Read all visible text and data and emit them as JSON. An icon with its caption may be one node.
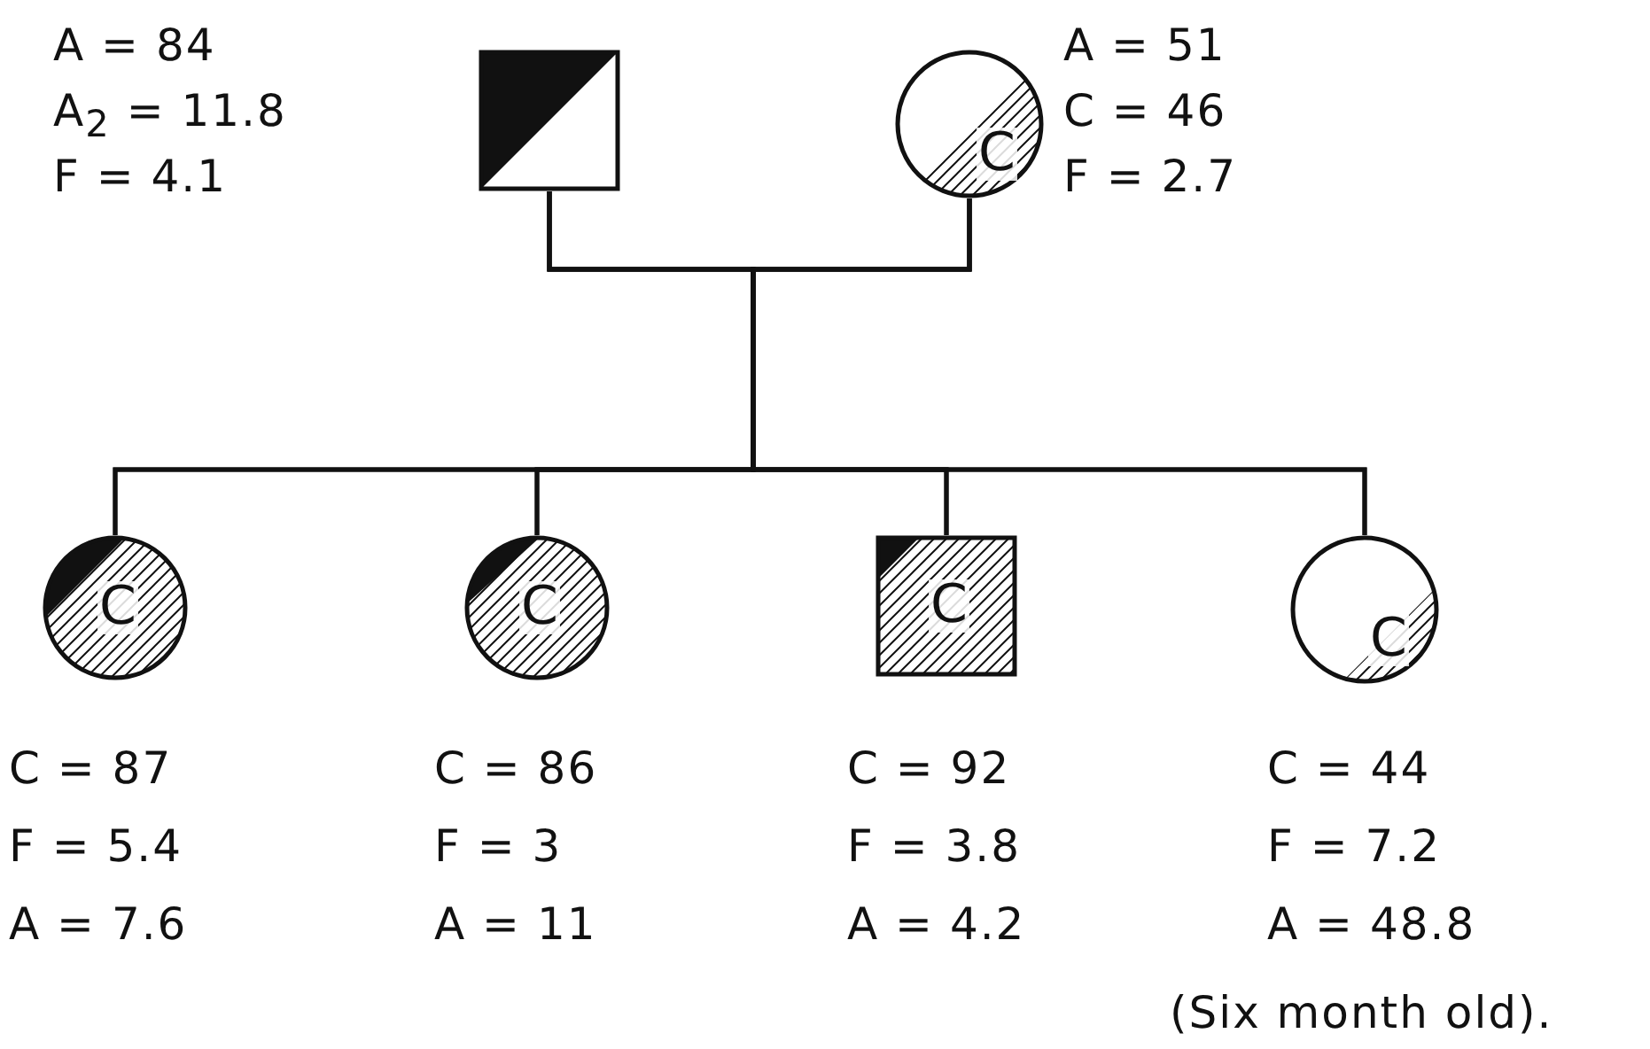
{
  "diagram": {
    "nodes": [
      {
        "text": [],
        "shape": "box",
        "beside": [
          "A = 84",
          "A$_{2}$ = 11.8",
          "F = 4.1"
        ]
      },
      {
        "text": [
          "C"
        ],
        "beside": [
          "A = 51",
          "C = 46",
          "F = 2.7"
        ]
      },
      {
        "text": [
          "C"
        ],
        "beside": [
          "C = 87",
          "F = 5.4",
          "A = 7.6"
        ]
      },
      {
        "text": [
          "C"
        ],
        "beside": [
          "C = 86",
          "F = 3",
          "A = 11"
        ]
      },
      {
        "text": [
          "C"
        ],
        "beside": [
          "C = 92",
          "F = 3.8",
          "A = 4.2"
        ]
      },
      {
        "text": [
          "C"
        ],
        "beside": [
          "C = 44",
          "F = 7.2",
          "A = 48.8"
        ]
      }
    ],
    "edges": [
      {
        "from": 0,
        "to": 2,
        "arrow": "none"
      },
      {
        "from": 0,
        "to": 3,
        "arrow": "none"
      },
      {
        "from": 0,
        "to": 4,
        "arrow": "none"
      },
      {
        "from": 0,
        "to": 5,
        "arrow": "none"
      },
      {
        "from": 1,
        "to": 2,
        "arrow": "none"
      },
      {
        "from": 1,
        "to": 3,
        "arrow": "none"
      },
      {
        "from": 1,
        "to": 4,
        "arrow": "none"
      },
      {
        "from": 1,
        "to": 5,
        "arrow": "none"
      }
    ],
    "labels": [
      "(Six month old)."
    ]
  }
}
